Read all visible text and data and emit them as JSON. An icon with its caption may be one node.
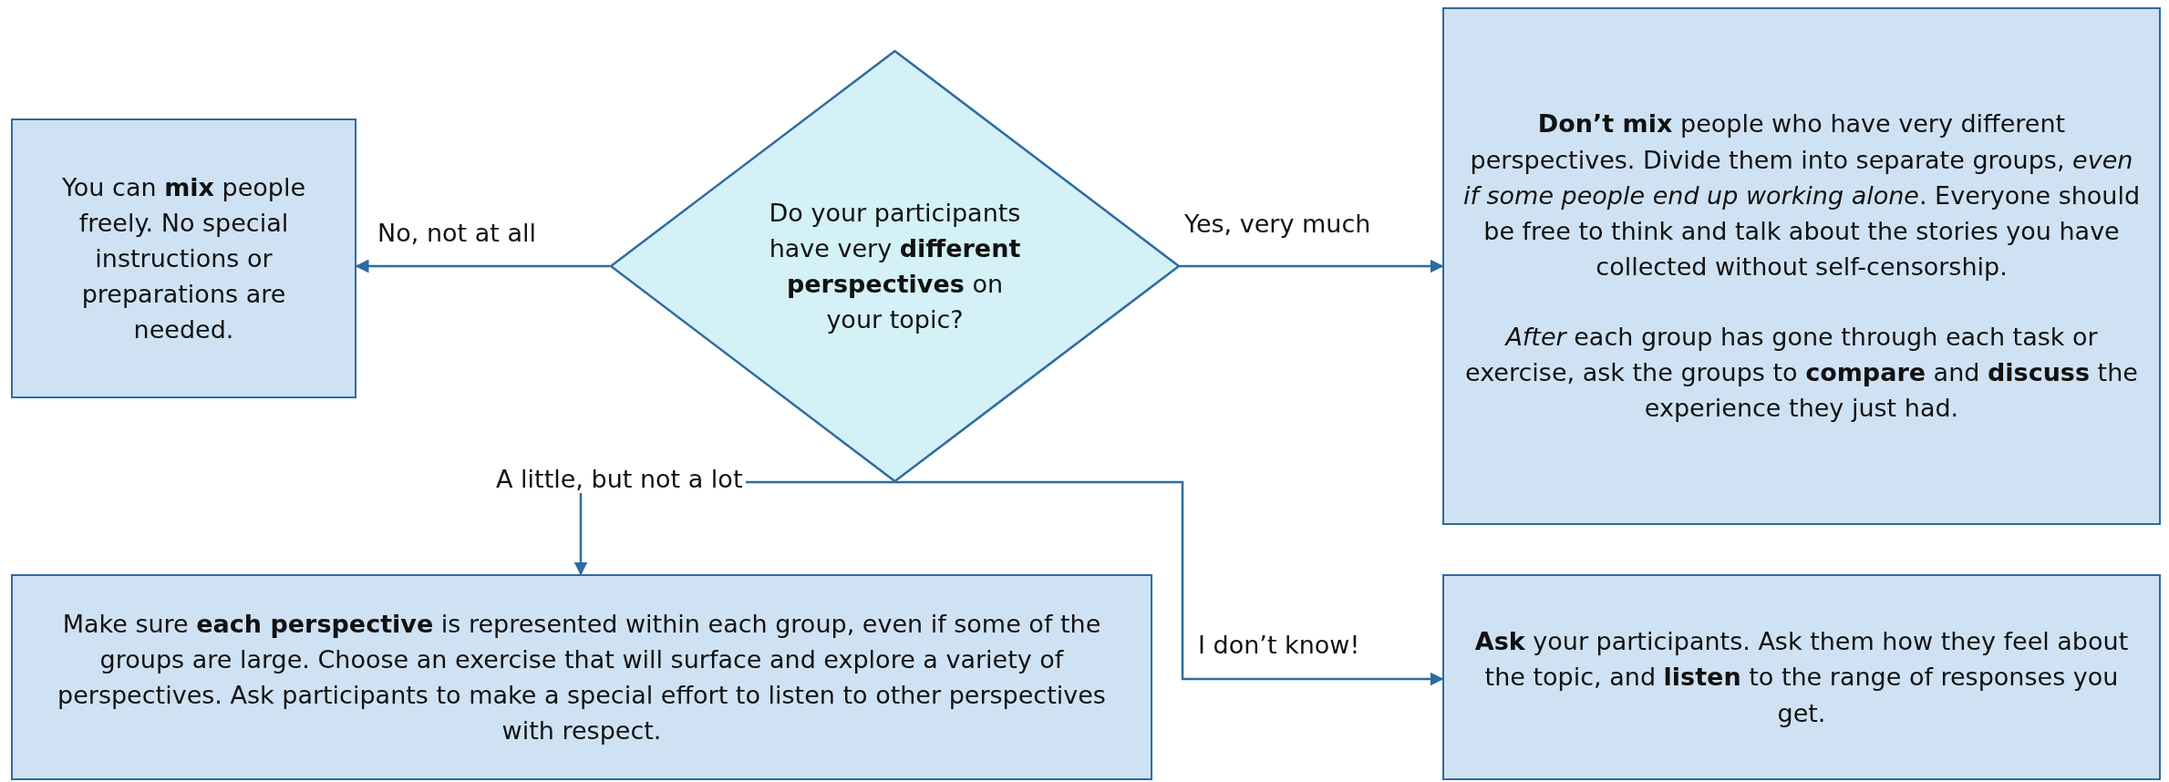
{
  "diagram": {
    "nodes": [
      {
        "text": [
          "Do your participants have very **different perspectives** on your topic?"
        ]
      },
      {
        "text": [
          "You can **mix** people freely. No special instructions or preparations are needed."
        ]
      },
      {
        "text": [
          "**Don’t mix** people who have very different perspectives. Divide them into separate groups, *even if some people end up working alone*. Everyone should be free to think and talk about the stories you have collected without self-censorship.",
          "*After* each group has gone through each task or exercise, ask the groups to **compare** and **discuss** the experience they just had."
        ]
      },
      {
        "text": [
          "Make sure **each perspective** is represented within each group, even if some of the groups are large. Choose an exercise that will surface and explore a variety of perspectives. Ask participants to make a special effort to listen to other perspectives with respect."
        ]
      },
      {
        "text": [
          "**Ask** your participants. Ask them how they feel about the topic, and **listen** to the range of responses you get."
        ]
      }
    ],
    "edges": [
      {
        "from": 0,
        "to": 1,
        "arrow": "to",
        "label": "No, not at all"
      },
      {
        "from": 0,
        "to": 2,
        "arrow": "to",
        "label": "Yes, very much"
      },
      {
        "from": 0,
        "to": 3,
        "arrow": "to",
        "label": "A little, but not a lot"
      },
      {
        "from": 0,
        "to": 4,
        "arrow": "to",
        "label": "I don’t know!"
      }
    ]
  }
}
